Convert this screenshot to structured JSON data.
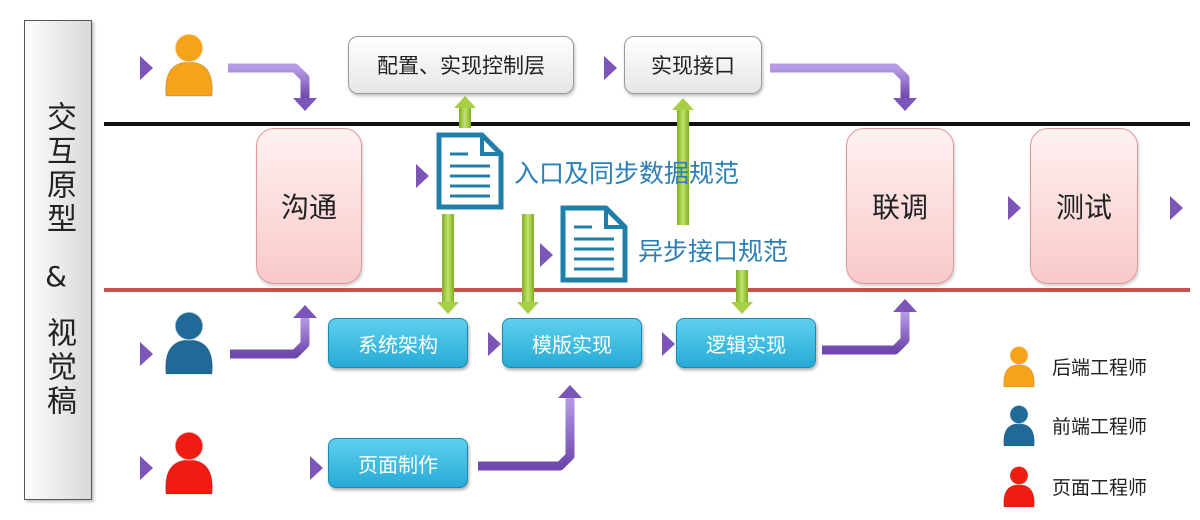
{
  "side_panel": {
    "top_text": "交互原型",
    "ampersand": "&",
    "bottom_text": "视觉稿"
  },
  "top_row": {
    "config_layer": "配置、实现控制层",
    "impl_interface": "实现接口"
  },
  "middle_row": {
    "communicate": "沟通",
    "doc_sync_spec": "入口及同步数据规范",
    "doc_async_spec": "异步接口规范",
    "joint_debug": "联调",
    "testing": "测试"
  },
  "bottom_rows": {
    "system_arch": "系统架构",
    "template_impl": "模版实现",
    "logic_impl": "逻辑实现",
    "page_make": "页面制作"
  },
  "legend": [
    {
      "role": "backend",
      "label": "后端工程师",
      "color": "#f7a21b"
    },
    {
      "role": "frontend",
      "label": "前端工程师",
      "color": "#1f6a96"
    },
    {
      "role": "page",
      "label": "页面工程师",
      "color": "#ee1c12"
    }
  ],
  "colors": {
    "arrow_purple": "#8a62c4",
    "arrow_green": "#9ac63a",
    "doc_blue": "#1f7fa8",
    "lane_black": "#111111",
    "lane_red": "#c9504c"
  }
}
